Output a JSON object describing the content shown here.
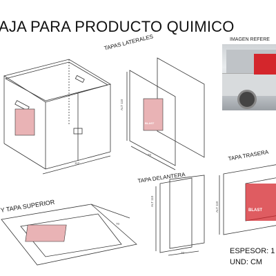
{
  "title": "AJA PARA PRODUCTO QUIMICO",
  "reference_label": "IMAGEN REFERE",
  "sections": {
    "laterales": "TAPAS LATERALES",
    "delantera": "TAPA DELANTERA",
    "trasera": "TAPA TRASERA",
    "superior": "Y TAPA SUPERIOR"
  },
  "dimensions": {
    "alt_110": "ALT 110",
    "w_112": "112",
    "w_70": "70"
  },
  "logo_text": "BLAST",
  "footer": {
    "espesor": "ESPESOR: 1",
    "und": "UND: CM"
  },
  "colors": {
    "logo_red": "#d4262c",
    "line": "#333333"
  }
}
